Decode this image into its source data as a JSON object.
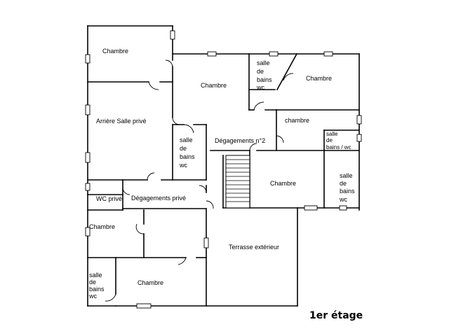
{
  "rooms": {
    "chambre_nw": "Chambre",
    "arriere_salle": "Arrière Salle privé",
    "wc_prive": "WC privé",
    "degagements_prive": "Dégagements privé",
    "chambre_w": "Chambre",
    "sdb_sw": [
      "salle",
      "de",
      "bains",
      "wc"
    ],
    "chambre_sw": "Chambre",
    "chambre_center": "Chambre",
    "sdb_center": [
      "salle",
      "de",
      "bains",
      "wc"
    ],
    "degagements_n2": "Dégagements n°2",
    "sdb_top": [
      "salle",
      "de",
      "bains",
      "wc"
    ],
    "chambre_ne": "Chambre",
    "chambre_e": "chambre",
    "sdb_e": [
      "salle",
      "de",
      "bains / wc"
    ],
    "chambre_se": "Chambre",
    "sdb_se": [
      "salle",
      "de",
      "bains",
      "wc"
    ],
    "terrasse": "Terrasse extérieur"
  },
  "caption": "1er étage"
}
